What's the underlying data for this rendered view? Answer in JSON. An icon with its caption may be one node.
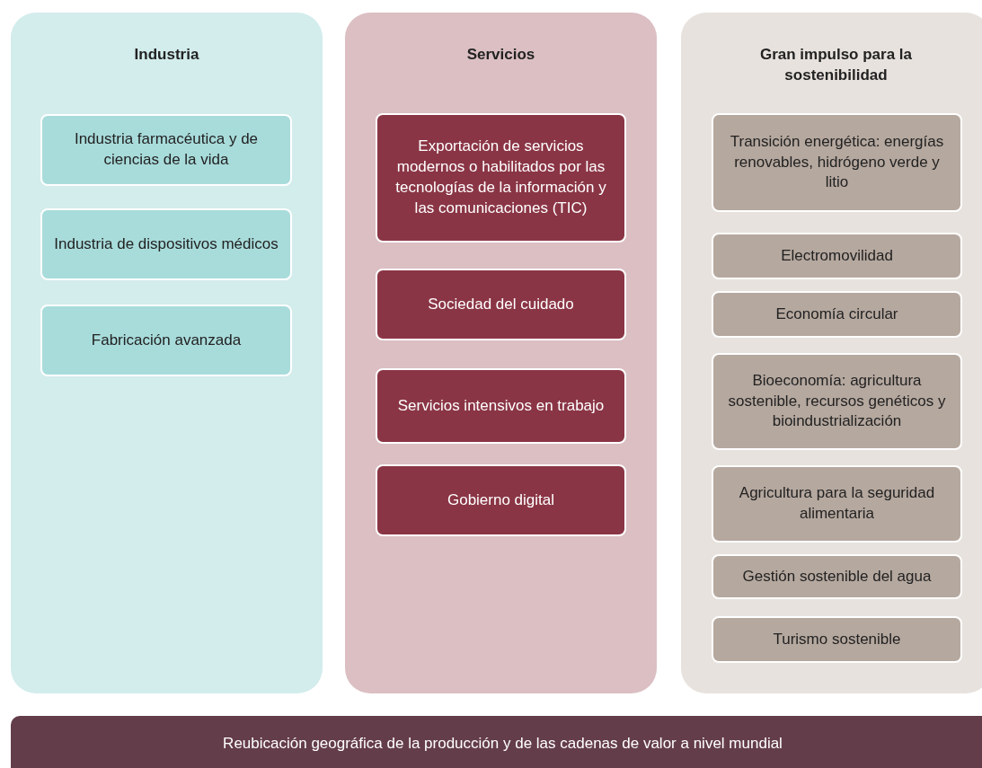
{
  "diagram": {
    "nodes": [
      {
        "text": [
          "Industria"
        ]
      },
      {
        "text": [
          "Industria farmacéutica y de ciencias de la vida"
        ],
        "in": 0
      },
      {
        "text": [
          "Industria de dispositivos médicos"
        ],
        "in": 0
      },
      {
        "text": [
          "Fabricación avanzada"
        ],
        "in": 0
      },
      {
        "text": [
          "Servicios"
        ]
      },
      {
        "text": [
          "Exportación de servicios modernos o habilitados por las tecnologías de la información y las comunicaciones (TIC)"
        ],
        "in": 4
      },
      {
        "text": [
          "Sociedad del cuidado"
        ],
        "in": 4
      },
      {
        "text": [
          "Servicios intensivos en trabajo"
        ],
        "in": 4
      },
      {
        "text": [
          "Gobierno digital"
        ],
        "in": 4
      },
      {
        "text": [
          "Gran impulso para la sostenibilidad"
        ]
      },
      {
        "text": [
          "Transición energética: energías renovables, hidrógeno verde y litio"
        ],
        "in": 9
      },
      {
        "text": [
          "Electromovilidad"
        ],
        "in": 9
      },
      {
        "text": [
          "Economía circular"
        ],
        "in": 9
      },
      {
        "text": [
          "Bioeconomía: agricultura sostenible, recursos genéticos y bioindustrialización"
        ],
        "in": 9
      },
      {
        "text": [
          "Agricultura para la seguridad alimentaria"
        ],
        "in": 9
      },
      {
        "text": [
          "Gestión sostenible del agua"
        ],
        "in": 9
      },
      {
        "text": [
          "Turismo sostenible"
        ],
        "in": 9
      },
      {
        "text": [
          "Reubicación geográfica de la producción y de las cadenas de valor a nivel mundial"
        ]
      }
    ],
    "edges": []
  }
}
